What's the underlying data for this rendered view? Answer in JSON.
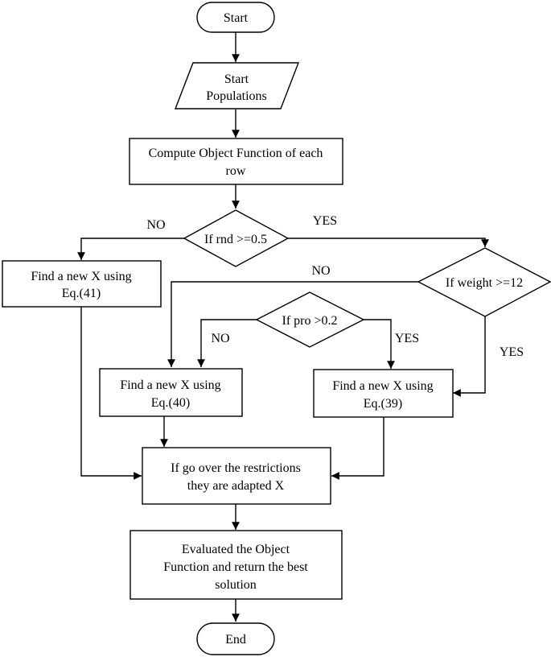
{
  "flowchart": {
    "start": "Start",
    "input_line1": "Start",
    "input_line2": "Populations",
    "compute_line1": "Compute Object Function of each",
    "compute_line2": "row",
    "decision_rnd": "If rnd >=0.5",
    "decision_weight": "If weight >=12",
    "decision_pro": "If pro >0.2",
    "eq41_line1": "Find a new X using",
    "eq41_line2": "Eq.(41)",
    "eq40_line1": "Find a new X using",
    "eq40_line2": "Eq.(40)",
    "eq39_line1": "Find a new X using",
    "eq39_line2": "Eq.(39)",
    "restrict_line1": "If  go over the restrictions",
    "restrict_line2": "they are adapted X",
    "eval_line1": "Evaluated the Object",
    "eval_line2": "Function and return the best",
    "eval_line3": "solution",
    "end": "End"
  },
  "edge_labels": {
    "rnd_no": "NO",
    "rnd_yes": "YES",
    "weight_no": "NO",
    "weight_yes": "YES",
    "pro_no": "NO",
    "pro_yes": "YES"
  }
}
